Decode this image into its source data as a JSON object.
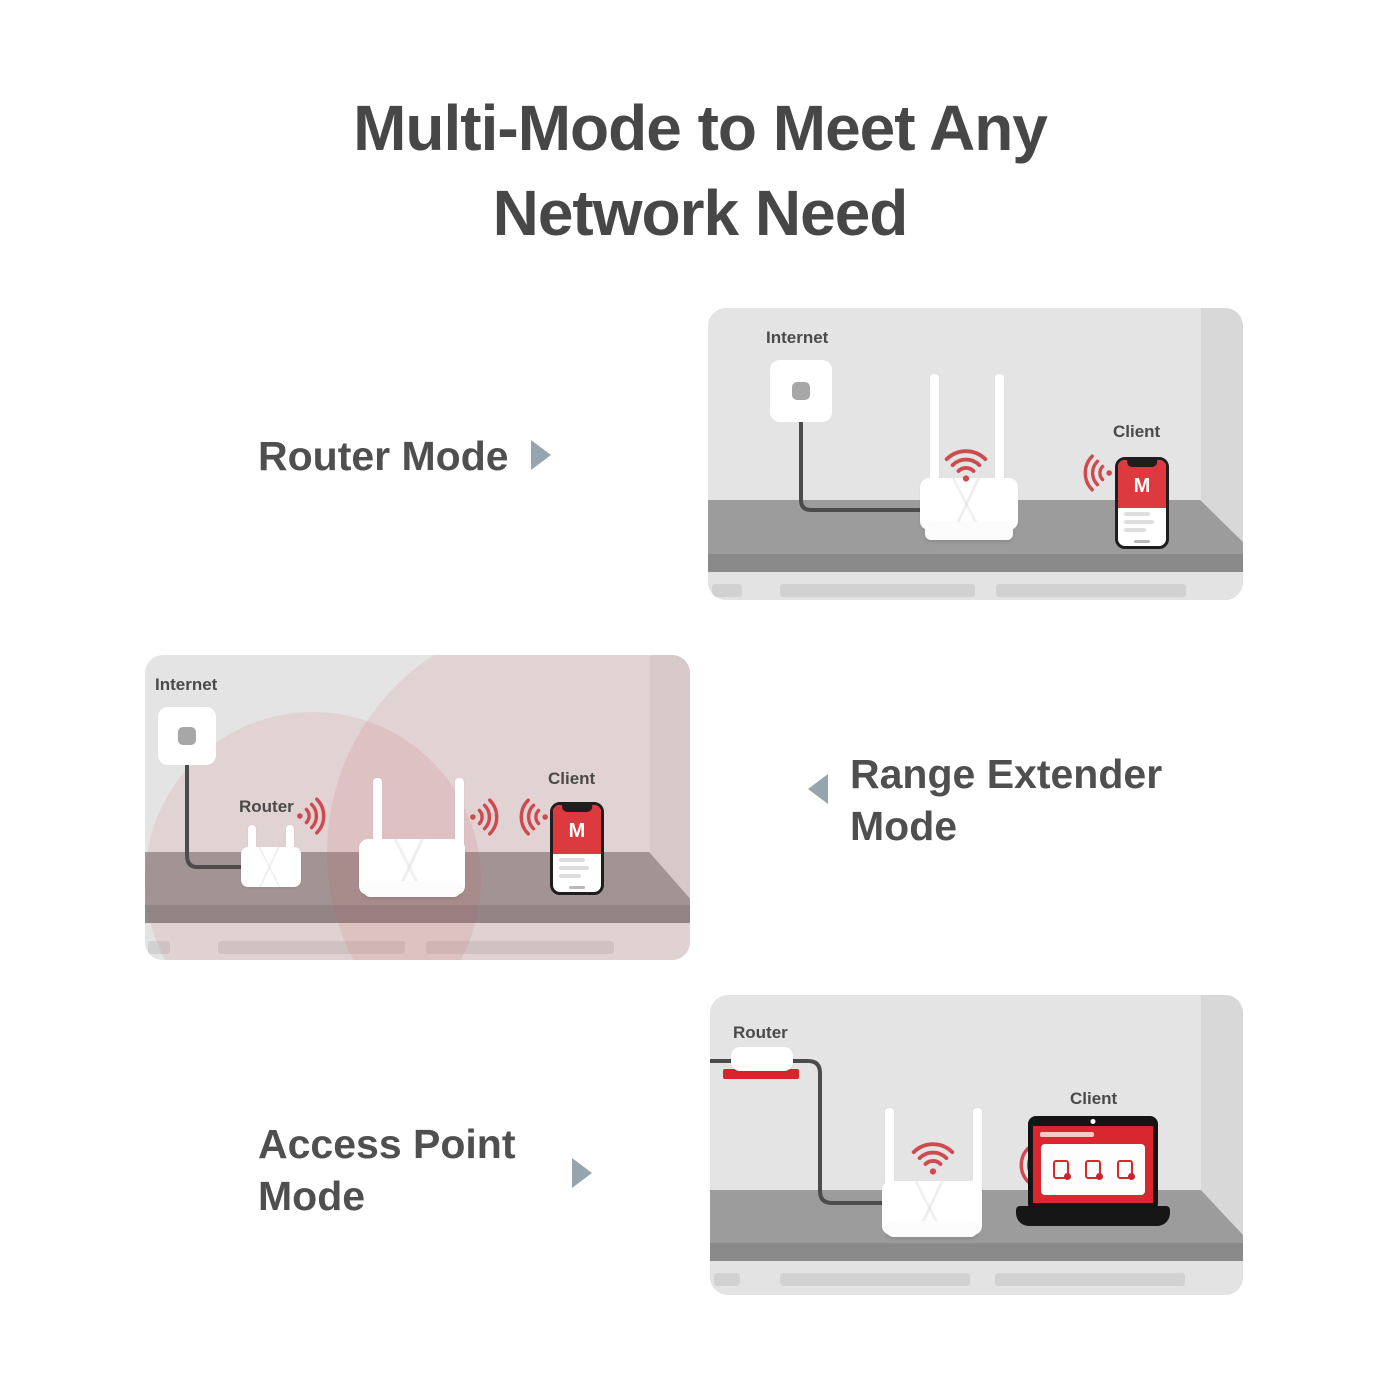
{
  "title": {
    "line1": "Multi-Mode to Meet Any",
    "line2": "Network Need"
  },
  "modes": [
    {
      "label": "Router Mode"
    },
    {
      "label": "Range Extender Mode"
    },
    {
      "label": "Access Point Mode"
    }
  ],
  "scenes": {
    "router": {
      "internet_label": "Internet",
      "client_label": "Client",
      "phone_logo": "M"
    },
    "range_extender": {
      "internet_label": "Internet",
      "router_label": "Router",
      "client_label": "Client",
      "phone_logo": "M"
    },
    "access_point": {
      "router_label": "Router",
      "client_label": "Client"
    }
  },
  "colors": {
    "accent_red": "#d8272e",
    "wifi_red": "#ce4a4f",
    "device_white": "#ffffff",
    "wall_gray": "#e4e4e5",
    "table_gray": "#9c9c9d",
    "text_gray": "#494949",
    "arrow_gray": "#95a4ad"
  }
}
